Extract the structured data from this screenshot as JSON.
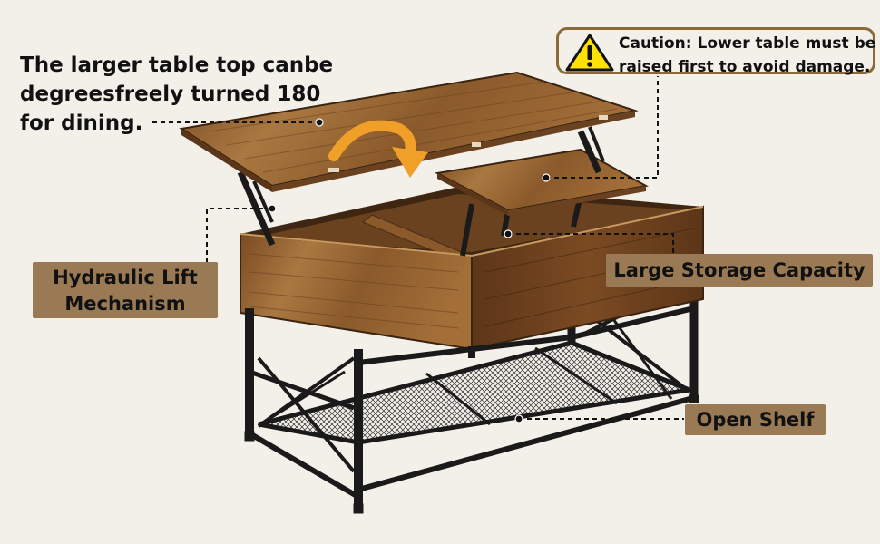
{
  "feature_headline": {
    "lines": [
      "The larger table top canbe",
      "degreesfreely turned 180",
      "for dining."
    ]
  },
  "caution": {
    "icon": "warning-triangle-icon",
    "lines": [
      "Caution: Lower table must be",
      "raised first to avoid damage."
    ]
  },
  "callouts": {
    "hydraulic": {
      "lines": [
        "Hydraulic Lift",
        "Mechanism"
      ]
    },
    "storage": {
      "label": "Large Storage Capacity"
    },
    "shelf": {
      "label": "Open Shelf"
    }
  },
  "colors": {
    "background": "#f3f0ea",
    "callout_fill": "#9a7a55",
    "wood": "#8a5a2b",
    "frame": "#1a1a1a",
    "rotate_arrow": "#f0a028",
    "caution_border": "#8a6a3b",
    "warning_yellow": "#ffe200"
  }
}
